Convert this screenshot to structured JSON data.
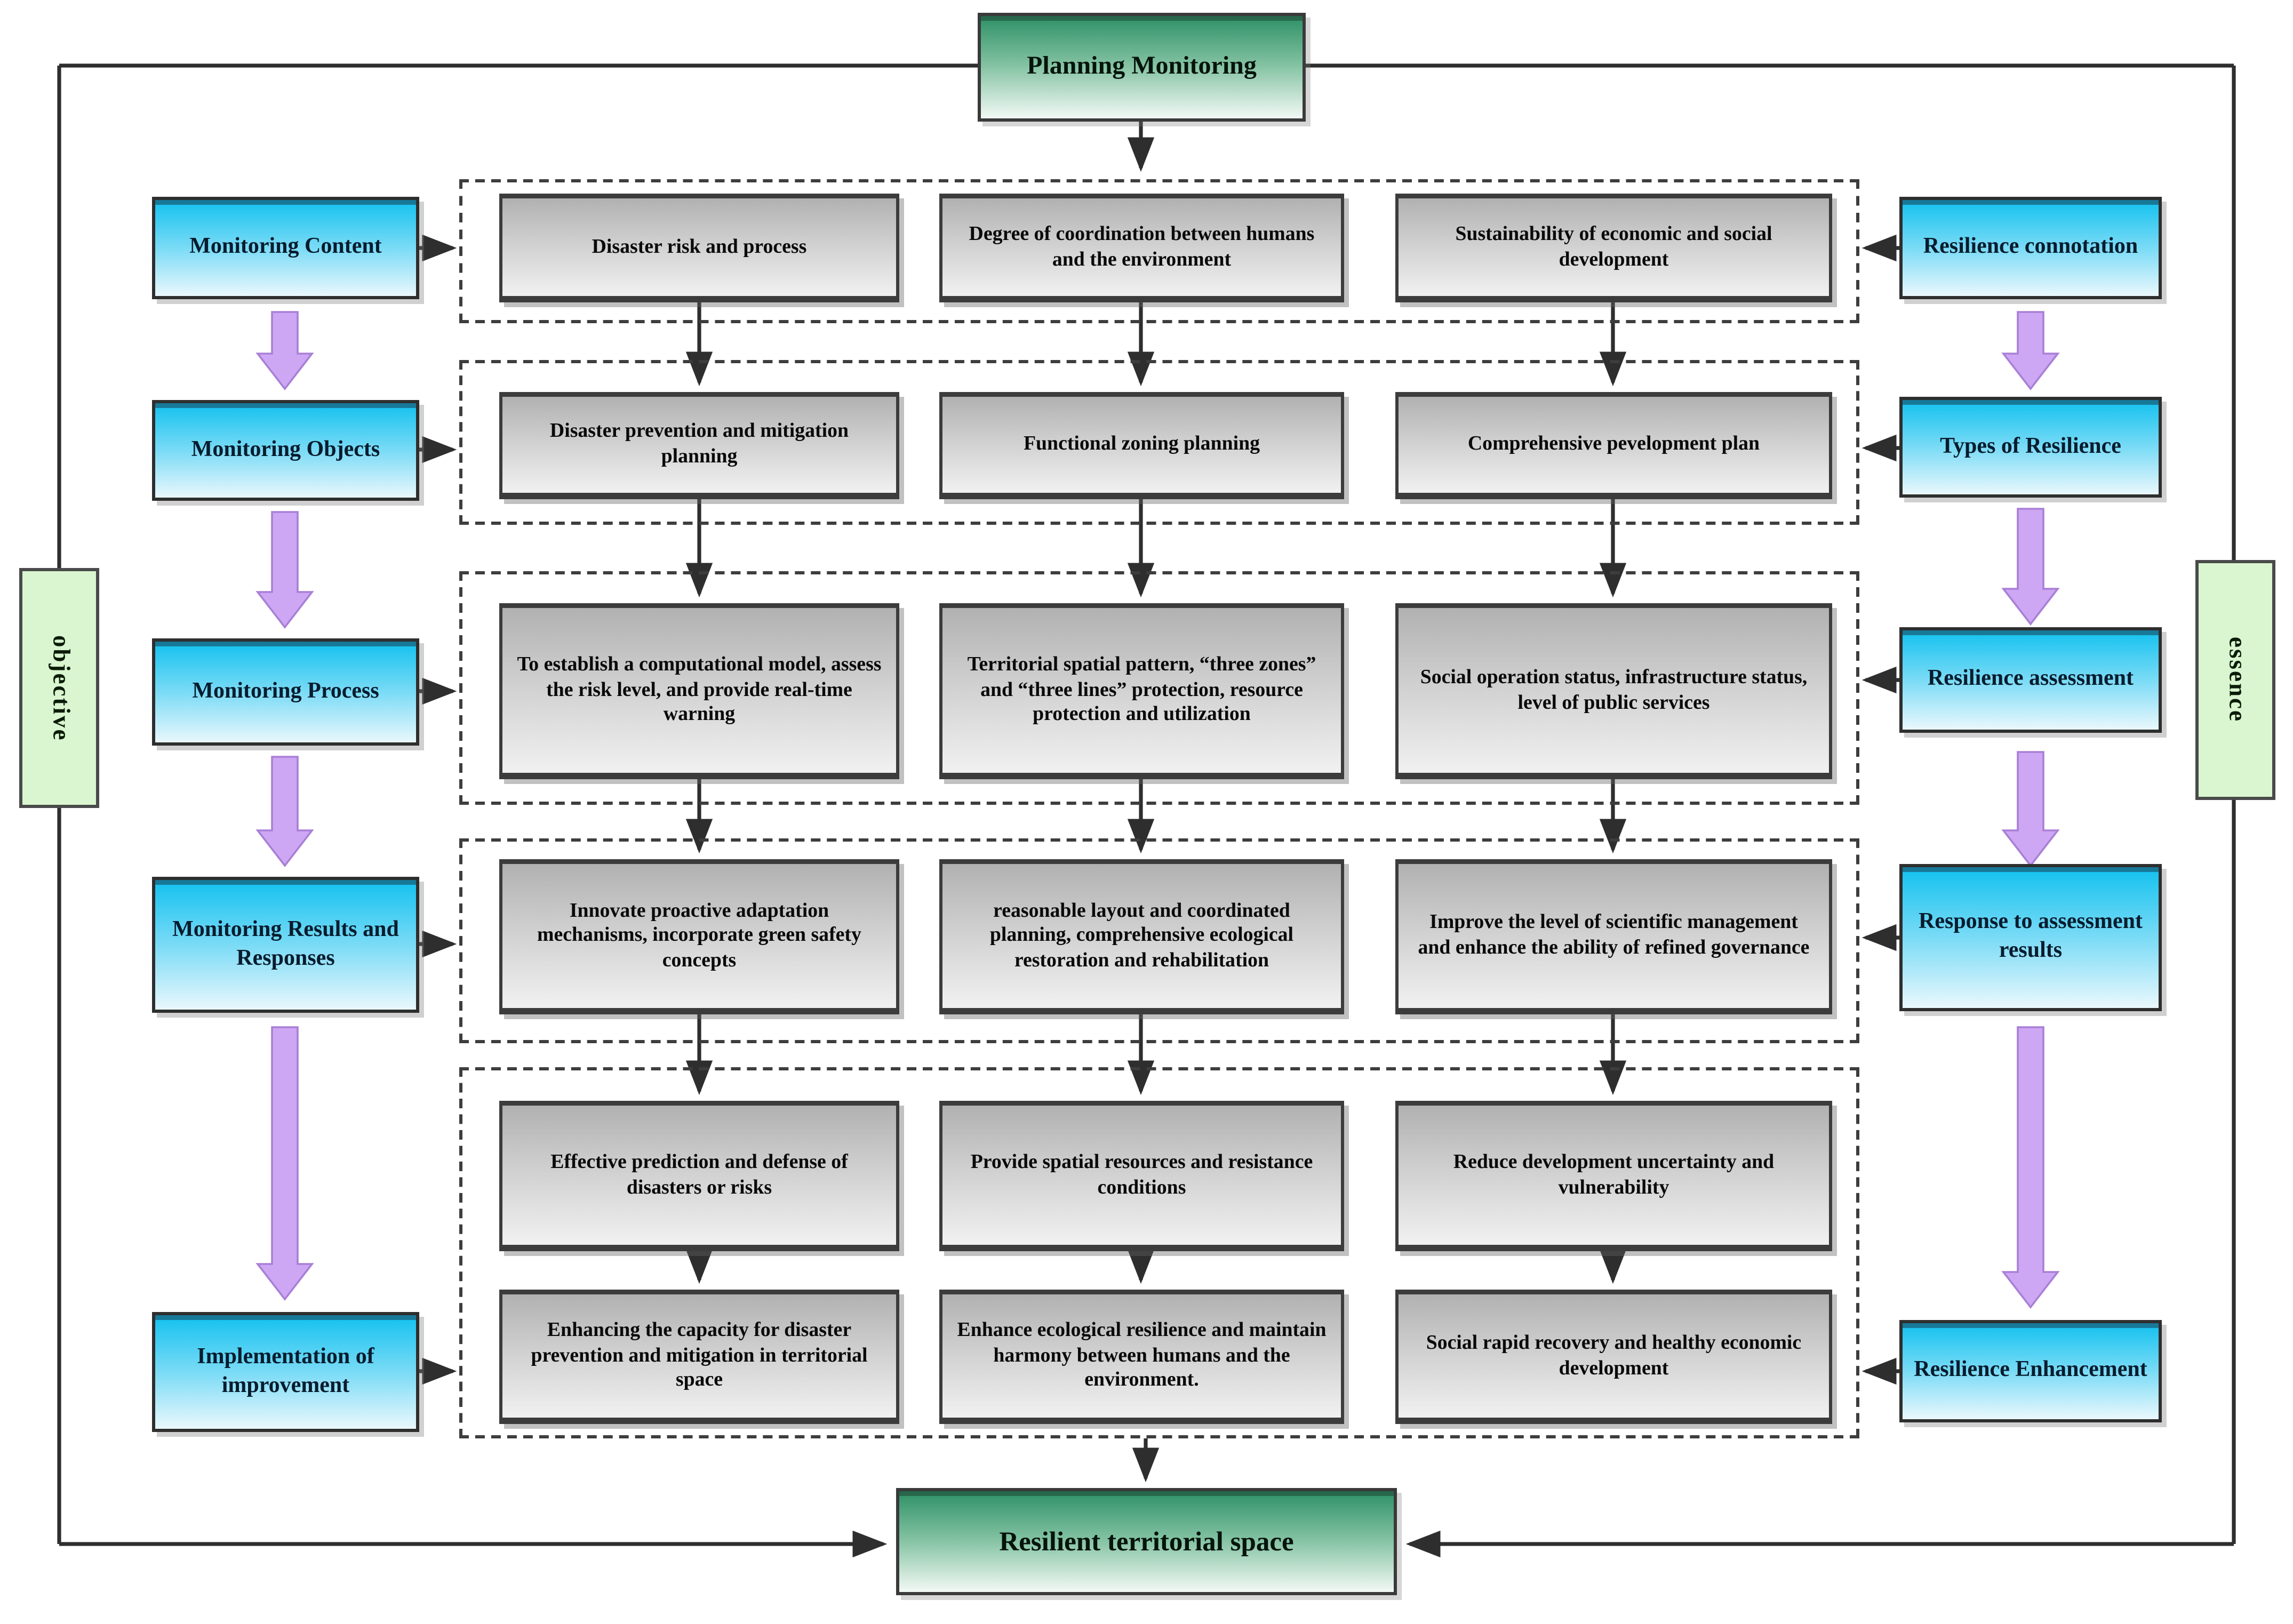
{
  "diagram": {
    "source": "Planning Monitoring",
    "sink": "Resilient territorial space",
    "left_axis": "objective",
    "right_axis": "essence",
    "stages": [
      {
        "left": "Monitoring Content",
        "right": "Resilience connotation",
        "cells": [
          "Disaster risk and process",
          "Degree of coordination between humans and the environment",
          "Sustainability of economic and social development"
        ]
      },
      {
        "left": "Monitoring Objects",
        "right": "Types of Resilience",
        "cells": [
          "Disaster prevention and mitigation planning",
          "Functional zoning planning",
          "Comprehensive pevelopment plan"
        ]
      },
      {
        "left": "Monitoring Process",
        "right": "Resilience assessment",
        "cells": [
          "To establish a computational model, assess the risk level, and provide real-time warning",
          "Territorial spatial pattern, “three zones” and “three lines” protection, resource protection and utilization",
          "Social operation status, infrastructure status, level of public services"
        ]
      },
      {
        "left": "Monitoring Results and Responses",
        "right": "Response to assessment results",
        "cells": [
          "Innovate proactive adaptation mechanisms, incorporate green safety concepts",
          "reasonable layout and coordinated planning, comprehensive ecological restoration and rehabilitation",
          "Improve the level of scientific management and enhance the ability of refined governance"
        ]
      },
      {
        "left": "Implementation of improvement",
        "right": "Resilience Enhancement",
        "cells": [
          "Effective prediction and defense of disasters or risks",
          "Provide spatial resources and resistance conditions",
          "Reduce development uncertainty and vulnerability"
        ],
        "cells2": [
          "Enhancing the capacity for disaster prevention and mitigation in territorial space",
          "Enhance ecological resilience and maintain harmony between humans and the environment.",
          "Social rapid recovery and healthy economic development"
        ]
      }
    ],
    "colors": {
      "label_blue": "#12c1ef",
      "cell_gray_top": "#b1b1b1",
      "cell_gray_bottom": "#f1f1f1",
      "green_header": "#2d9066",
      "axis_light_green": "#d9f6d0",
      "purple_arrow": "#cda7f4",
      "line_black": "#2e2e2e"
    }
  }
}
